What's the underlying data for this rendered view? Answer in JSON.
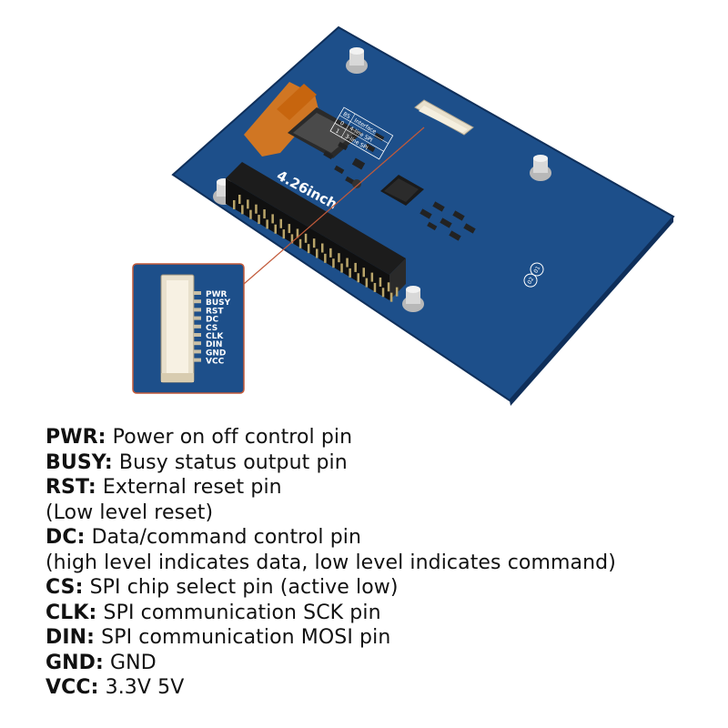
{
  "board": {
    "size_label": "4.26inch",
    "legend_rows": [
      [
        "BS",
        "Interface"
      ],
      [
        "0",
        "4-line SPI"
      ],
      [
        "1",
        "3-line SPI"
      ]
    ],
    "pcb_marks": [
      "01",
      "02"
    ]
  },
  "connector_pins": [
    "PWR",
    "BUSY",
    "RST",
    "DC",
    "CS",
    "CLK",
    "DIN",
    "GND",
    "VCC"
  ],
  "pins": [
    {
      "name": "PWR:",
      "lines": [
        "Power on off control pin"
      ]
    },
    {
      "name": "BUSY:",
      "lines": [
        "Busy status output pin"
      ]
    },
    {
      "name": "RST:",
      "lines": [
        "External reset pin",
        "(Low level reset)"
      ]
    },
    {
      "name": "DC:",
      "lines": [
        "Data/command control pin",
        "(high level indicates data, low level indicates command)"
      ]
    },
    {
      "name": "CS:",
      "lines": [
        "SPI chip select pin (active low)"
      ]
    },
    {
      "name": "CLK:",
      "lines": [
        "SPI communication SCK pin"
      ]
    },
    {
      "name": "DIN:",
      "lines": [
        "SPI communication MOSI pin"
      ]
    },
    {
      "name": "GND:",
      "lines": [
        "GND"
      ]
    },
    {
      "name": "VCC:",
      "lines": [
        "3.3V 5V"
      ]
    }
  ],
  "colors": {
    "pcb": "#1d4f8a",
    "pcb_edge": "#0f2f5a",
    "flex_cable": "#e07a1a",
    "header": "#1c1c1c",
    "callout_line": "#c25a3a",
    "callout_bg": "#1d4f8a",
    "connector": "#e8e0cc"
  }
}
